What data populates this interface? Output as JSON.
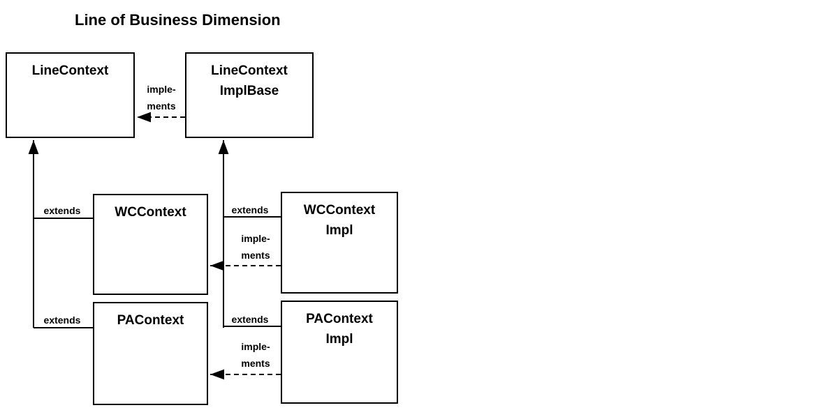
{
  "title": "Line of Business Dimension",
  "boxes": {
    "line_context": {
      "label": "LineContext"
    },
    "line_context_impl_base": {
      "label_line1": "LineContext",
      "label_line2": "ImplBase"
    },
    "wc_context": {
      "label": "WCContext"
    },
    "wc_context_impl": {
      "label_line1": "WCContext",
      "label_line2": "Impl"
    },
    "pa_context": {
      "label": "PAContext"
    },
    "pa_context_impl": {
      "label_line1": "PAContext",
      "label_line2": "Impl"
    }
  },
  "edge_labels": {
    "extends": "extends",
    "implements_line1": "imple-",
    "implements_line2": "ments"
  },
  "colors": {
    "line": "#000000",
    "text": "#000000",
    "background": "#ffffff"
  }
}
